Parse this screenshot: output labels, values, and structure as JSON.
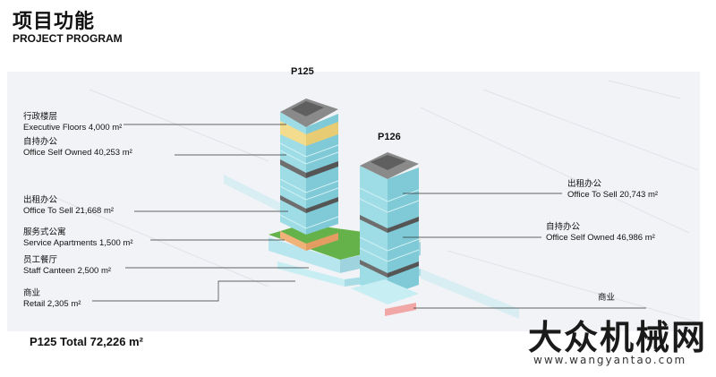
{
  "header": {
    "title_cn": "项目功能",
    "title_en": "PROJECT PROGRAM"
  },
  "towers": {
    "p125": "P125",
    "p126": "P126"
  },
  "left_labels": [
    {
      "cn": "行政楼层",
      "en": "Executive Floors 4,000 m²"
    },
    {
      "cn": "自持办公",
      "en": "Office Self Owned 40,253 m²"
    },
    {
      "cn": "出租办公",
      "en": "Office To Sell 21,668 m²"
    },
    {
      "cn": "服务式公寓",
      "en": "Service Apartments 1,500 m²"
    },
    {
      "cn": "员工餐厅",
      "en": "Staff Canteen 2,500 m²"
    },
    {
      "cn": "商业",
      "en": "Retail 2,305 m²"
    }
  ],
  "right_labels": [
    {
      "cn": "出租办公",
      "en": "Office To Sell 20,743 m²"
    },
    {
      "cn": "自持办公",
      "en": "Office Self Owned 46,986 m²"
    },
    {
      "cn": "商业",
      "en": ""
    }
  ],
  "total": "P125 Total 72,226 m²",
  "watermark": {
    "cn": "大众机械网",
    "url": "www.wangyantao.com"
  },
  "colors": {
    "glass": "#a9e3ea",
    "executive": "#f3dc8e",
    "apartment": "#f1b27a",
    "podium_roof": "#66b24a",
    "retail": "#f2a7a7",
    "dark": "#6e6e6e"
  }
}
